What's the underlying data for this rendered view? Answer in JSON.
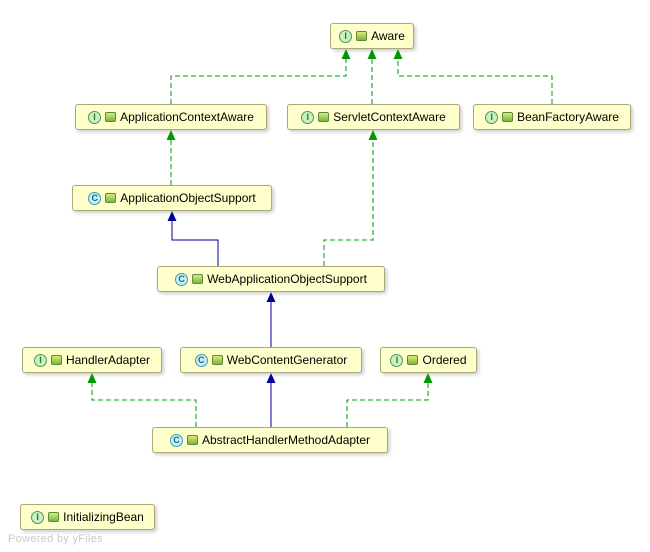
{
  "watermark": "Powered by yFiles",
  "colors": {
    "node_fill": "#ffffcc",
    "node_border": "#a8a878",
    "realization_edge": "#009900",
    "generalization_edge": "#000099"
  },
  "nodes": {
    "aware": {
      "label": "Aware",
      "badge": "I",
      "kind": "interface"
    },
    "applicationContextAware": {
      "label": "ApplicationContextAware",
      "badge": "I",
      "kind": "interface"
    },
    "servletContextAware": {
      "label": "ServletContextAware",
      "badge": "I",
      "kind": "interface"
    },
    "beanFactoryAware": {
      "label": "BeanFactoryAware",
      "badge": "I",
      "kind": "interface"
    },
    "applicationObjectSupport": {
      "label": "ApplicationObjectSupport",
      "badge": "C",
      "kind": "class"
    },
    "webApplicationObjectSupport": {
      "label": "WebApplicationObjectSupport",
      "badge": "C",
      "kind": "class"
    },
    "handlerAdapter": {
      "label": "HandlerAdapter",
      "badge": "I",
      "kind": "interface"
    },
    "webContentGenerator": {
      "label": "WebContentGenerator",
      "badge": "C",
      "kind": "class"
    },
    "ordered": {
      "label": "Ordered",
      "badge": "I",
      "kind": "interface"
    },
    "abstractHandlerMethodAdapter": {
      "label": "AbstractHandlerMethodAdapter",
      "badge": "C",
      "kind": "class"
    },
    "initializingBean": {
      "label": "InitializingBean",
      "badge": "I",
      "kind": "interface"
    }
  },
  "edges": [
    {
      "from": "ApplicationContextAware",
      "to": "Aware",
      "type": "extends-interface",
      "style": "green-dashed"
    },
    {
      "from": "ServletContextAware",
      "to": "Aware",
      "type": "extends-interface",
      "style": "green-dashed"
    },
    {
      "from": "BeanFactoryAware",
      "to": "Aware",
      "type": "extends-interface",
      "style": "green-dashed"
    },
    {
      "from": "ApplicationObjectSupport",
      "to": "ApplicationContextAware",
      "type": "implements",
      "style": "green-dashed"
    },
    {
      "from": "WebApplicationObjectSupport",
      "to": "ApplicationObjectSupport",
      "type": "extends",
      "style": "blue-solid"
    },
    {
      "from": "WebApplicationObjectSupport",
      "to": "ServletContextAware",
      "type": "implements",
      "style": "green-dashed"
    },
    {
      "from": "WebContentGenerator",
      "to": "WebApplicationObjectSupport",
      "type": "extends",
      "style": "blue-solid"
    },
    {
      "from": "AbstractHandlerMethodAdapter",
      "to": "WebContentGenerator",
      "type": "extends",
      "style": "blue-solid"
    },
    {
      "from": "AbstractHandlerMethodAdapter",
      "to": "HandlerAdapter",
      "type": "implements",
      "style": "green-dashed"
    },
    {
      "from": "AbstractHandlerMethodAdapter",
      "to": "Ordered",
      "type": "implements",
      "style": "green-dashed"
    }
  ]
}
